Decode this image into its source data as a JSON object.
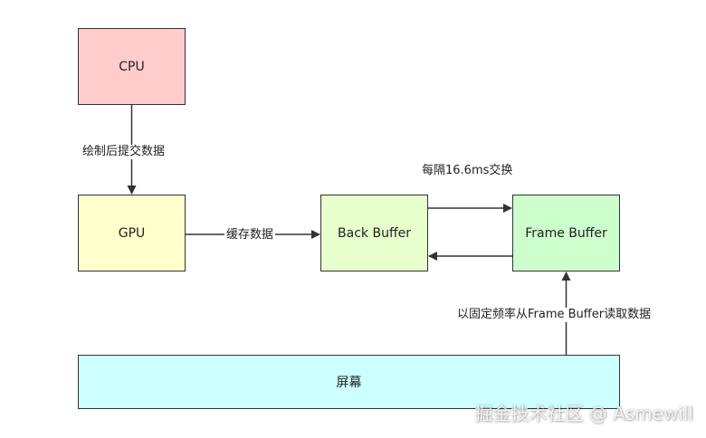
{
  "nodes": {
    "cpu": {
      "label": "CPU",
      "color": "#ffcccc"
    },
    "gpu": {
      "label": "GPU",
      "color": "#ffffcc"
    },
    "back_buffer": {
      "label": "Back Buffer",
      "color": "#e6ffcc"
    },
    "frame_buffer": {
      "label": "Frame Buffer",
      "color": "#ccffcc"
    },
    "screen": {
      "label": "屏幕",
      "color": "#ccffff"
    }
  },
  "edges": {
    "cpu_to_gpu": "绘制后提交数据",
    "gpu_to_back": "缓存数据",
    "swap": "每隔16.6ms交换",
    "screen_read": "以固定频率从Frame Buffer读取数据"
  },
  "watermark": "掘金技术社区 @ Asmewill"
}
